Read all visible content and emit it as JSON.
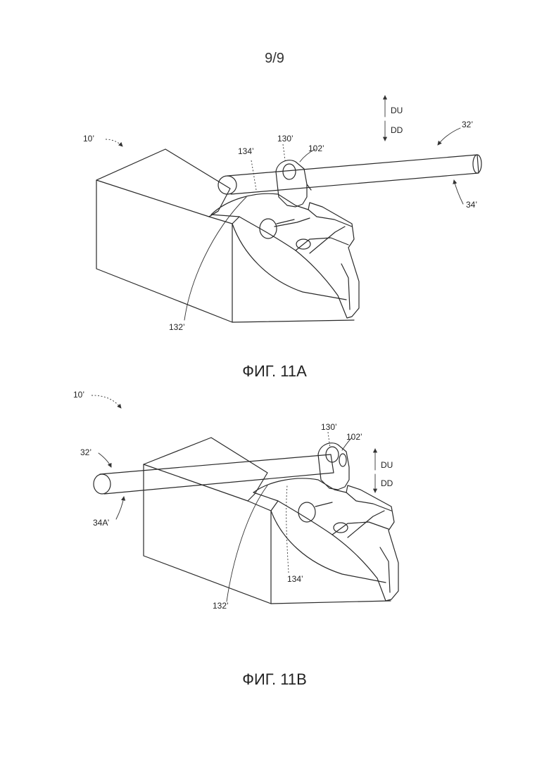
{
  "page": {
    "number": "9/9"
  },
  "figures": [
    {
      "caption": "ФИГ. 11А",
      "labels": {
        "assembly": "10’",
        "rod": "32’",
        "rod_axis": "34’",
        "groove": "132’",
        "contact": "134’",
        "hook": "130’",
        "arm": "102’",
        "up": "DU",
        "down": "DD"
      }
    },
    {
      "caption": "ФИГ. 11В",
      "labels": {
        "assembly": "10’",
        "rod": "32’",
        "rod_axis": "34А’",
        "groove": "132’",
        "contact": "134’",
        "hook": "130’",
        "arm": "102’",
        "up": "DU",
        "down": "DD"
      }
    }
  ]
}
